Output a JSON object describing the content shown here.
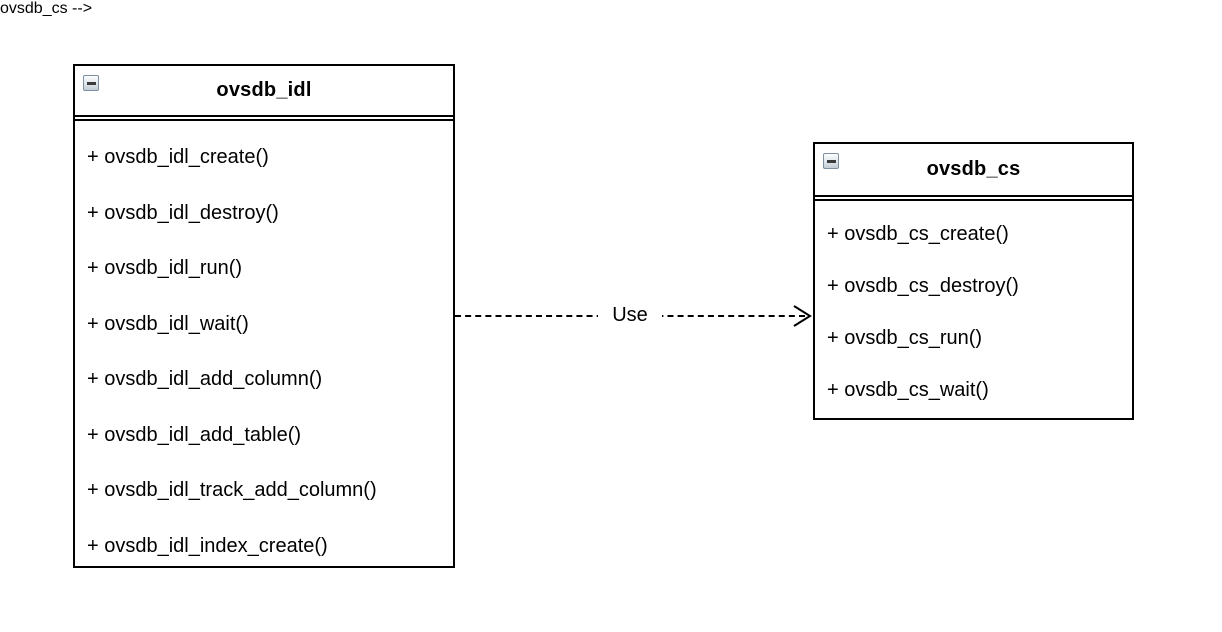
{
  "diagram": {
    "classes": [
      {
        "title": "ovsdb_idl",
        "collapse_icon": "minus-icon",
        "operations": [
          "+ ovsdb_idl_create()",
          "+ ovsdb_idl_destroy()",
          "+ ovsdb_idl_run()",
          "+ ovsdb_idl_wait()",
          "+ ovsdb_idl_add_column()",
          "+ ovsdb_idl_add_table()",
          "+ ovsdb_idl_track_add_column()",
          "+ ovsdb_idl_index_create()"
        ]
      },
      {
        "title": "ovsdb_cs",
        "collapse_icon": "minus-icon",
        "operations": [
          "+ ovsdb_cs_create()",
          "+ ovsdb_cs_destroy()",
          "+ ovsdb_cs_run()",
          "+ ovsdb_cs_wait()"
        ]
      }
    ],
    "relation": {
      "label": "Use",
      "type": "dependency",
      "style": "dashed-open-arrow",
      "direction": "left-to-right"
    },
    "colors": {
      "border": "#000000",
      "background": "#ffffff",
      "text": "#000000"
    }
  }
}
